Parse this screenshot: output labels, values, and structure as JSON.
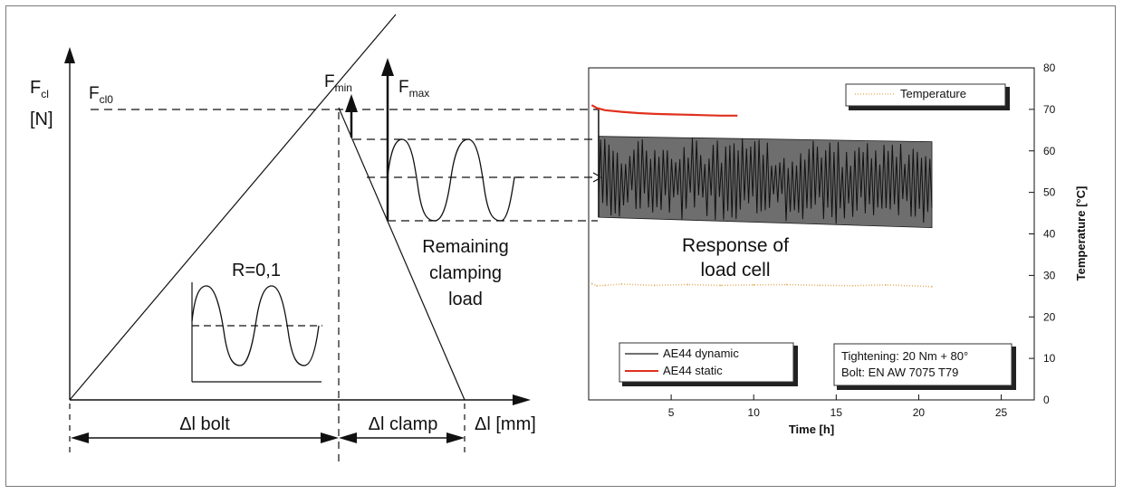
{
  "diagram": {
    "f_cl": "F",
    "f_cl_sub": "cl",
    "f_cl_unit": "[N]",
    "f_cl0": "F",
    "f_cl0_sub": "cl0",
    "f_min": "F",
    "f_min_sub": "min",
    "f_max": "F",
    "f_max_sub": "max",
    "r_label": "R=0,1",
    "remaining_line1": "Remaining",
    "remaining_line2": "clamping",
    "remaining_line3": "load",
    "response_line1": "Response of",
    "response_line2": "load cell",
    "dl_bolt": "Δl bolt",
    "dl_clamp": "Δl clamp",
    "dl_axis": "Δl [mm]"
  },
  "chart_data": {
    "type": "line",
    "xlabel": "Time [h]",
    "ylabel": "Temperature [°C]",
    "xlim": [
      0,
      27
    ],
    "ylim": [
      0,
      80
    ],
    "x_ticks": [
      5,
      10,
      15,
      20,
      25
    ],
    "y_ticks": [
      0,
      10,
      20,
      30,
      40,
      50,
      60,
      70,
      80
    ],
    "series": [
      {
        "name": "Temperature",
        "color": "#e7b36a",
        "style": "dotted",
        "x": [
          0.2,
          0.5,
          1,
          2,
          4,
          6,
          8,
          10,
          12,
          14,
          16,
          18,
          20.8
        ],
        "y": [
          28,
          27.5,
          27.6,
          27.9,
          27.6,
          27.8,
          27.6,
          27.7,
          27.8,
          27.6,
          27.5,
          27.7,
          27.3
        ]
      },
      {
        "name": "AE44 dynamic",
        "color": "#1a1a1a",
        "style": "band",
        "x_start": 0.6,
        "x_end": 20.8,
        "upper": [
          63.5,
          62.2
        ],
        "lower": [
          44,
          41.5
        ]
      },
      {
        "name": "AE44 static",
        "color": "#e0301e",
        "style": "solid",
        "x": [
          0.2,
          0.5,
          1,
          2,
          3,
          4,
          5,
          6,
          7,
          8,
          9
        ],
        "y": [
          71,
          70.3,
          69.8,
          69.4,
          69.1,
          68.9,
          68.8,
          68.7,
          68.6,
          68.5,
          68.5
        ]
      }
    ],
    "legend_top": "Temperature",
    "legend_bottom": [
      "AE44 dynamic",
      "AE44 static"
    ],
    "annotation_line1": "Tightening: 20 Nm + 80°",
    "annotation_line2": "Bolt: EN AW 7075 T79"
  }
}
